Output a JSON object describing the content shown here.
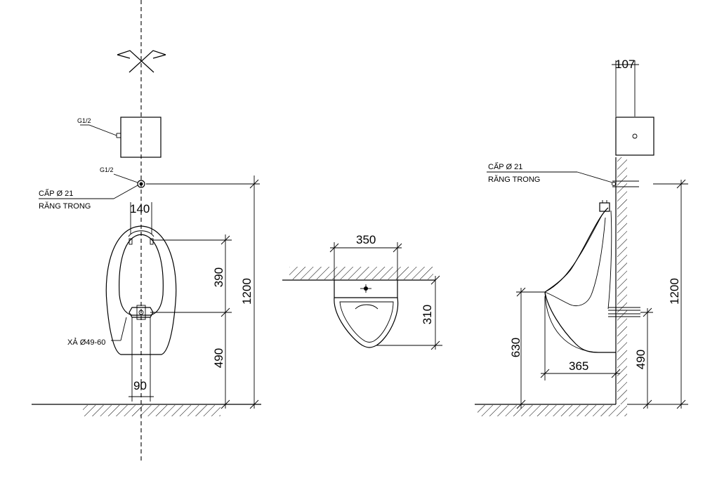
{
  "front_view": {
    "supply_small": "G1/2",
    "supply_valve": "G1/2",
    "supply_line1": "CẤP  Ø 21",
    "supply_line2": "RĂNG TRONG",
    "drain_label": "XẢ Ø49-60",
    "dim_width_top": "140",
    "dim_width_bottom": "90",
    "dim_390": "390",
    "dim_490": "490",
    "dim_1200": "1200"
  },
  "top_view": {
    "dim_width": "350",
    "dim_depth": "310"
  },
  "side_view": {
    "dim_top": "107",
    "supply_line1": "CẤP  Ø 21",
    "supply_line2": "RĂNG TRONG",
    "dim_1200": "1200",
    "dim_630": "630",
    "dim_365": "365",
    "dim_490": "490"
  }
}
